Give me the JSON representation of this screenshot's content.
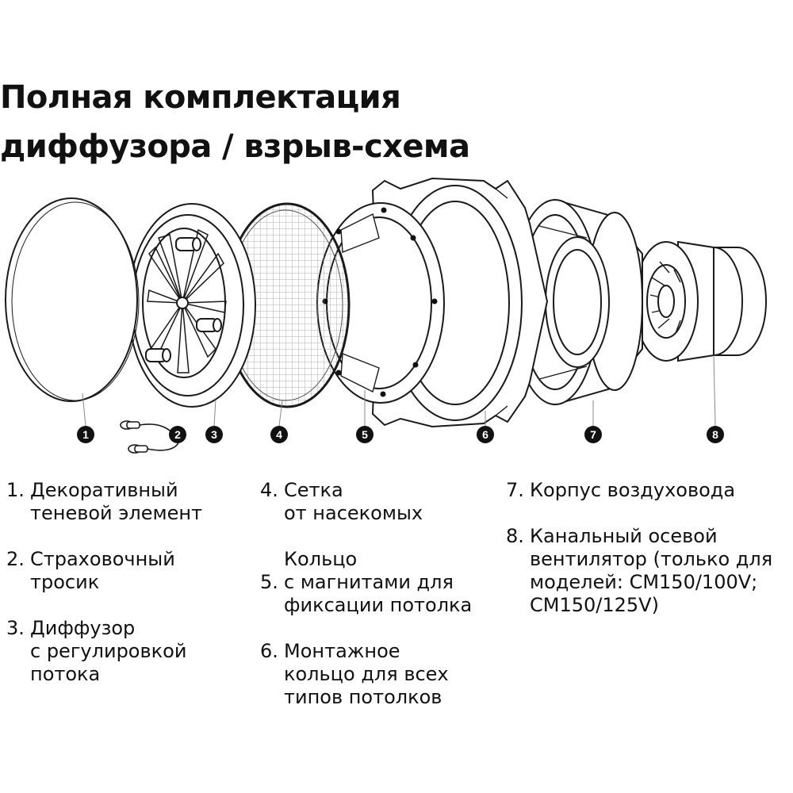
{
  "title": {
    "line1": "Полная комплектация",
    "line2": "диффузора / взрыв-схема"
  },
  "colors": {
    "text": "#111111",
    "line": "#1a1a1a",
    "badge": "#111111",
    "badge_text": "#ffffff"
  },
  "badges": [
    "1",
    "2",
    "3",
    "4",
    "5",
    "6",
    "7",
    "8"
  ],
  "legend": {
    "col1": [
      {
        "num": "1.",
        "lines": [
          "Декоративный",
          "теневой элемент"
        ]
      },
      {
        "num": "2.",
        "lines": [
          "Страховочный",
          "тросик"
        ]
      },
      {
        "num": "3.",
        "lines": [
          "Диффузор",
          "с регулировкой",
          "потока"
        ]
      }
    ],
    "col2": [
      {
        "num": "4.",
        "lines": [
          "Сетка",
          "от насекомых"
        ]
      },
      {
        "num": "5.",
        "lines": [
          "Кольцо",
          "с магнитами для",
          "фиксации потолка"
        ]
      },
      {
        "num": "6.",
        "lines": [
          "Монтажное",
          "кольцо для всех",
          "типов потолков"
        ]
      }
    ],
    "col3": [
      {
        "num": "7.",
        "lines": [
          "Корпус воздуховода"
        ]
      },
      {
        "num": "8.",
        "lines": [
          "Канальный осевой",
          "вентилятор (только для",
          "моделей: CM150/100V;",
          "CM150/125V)"
        ]
      }
    ]
  }
}
